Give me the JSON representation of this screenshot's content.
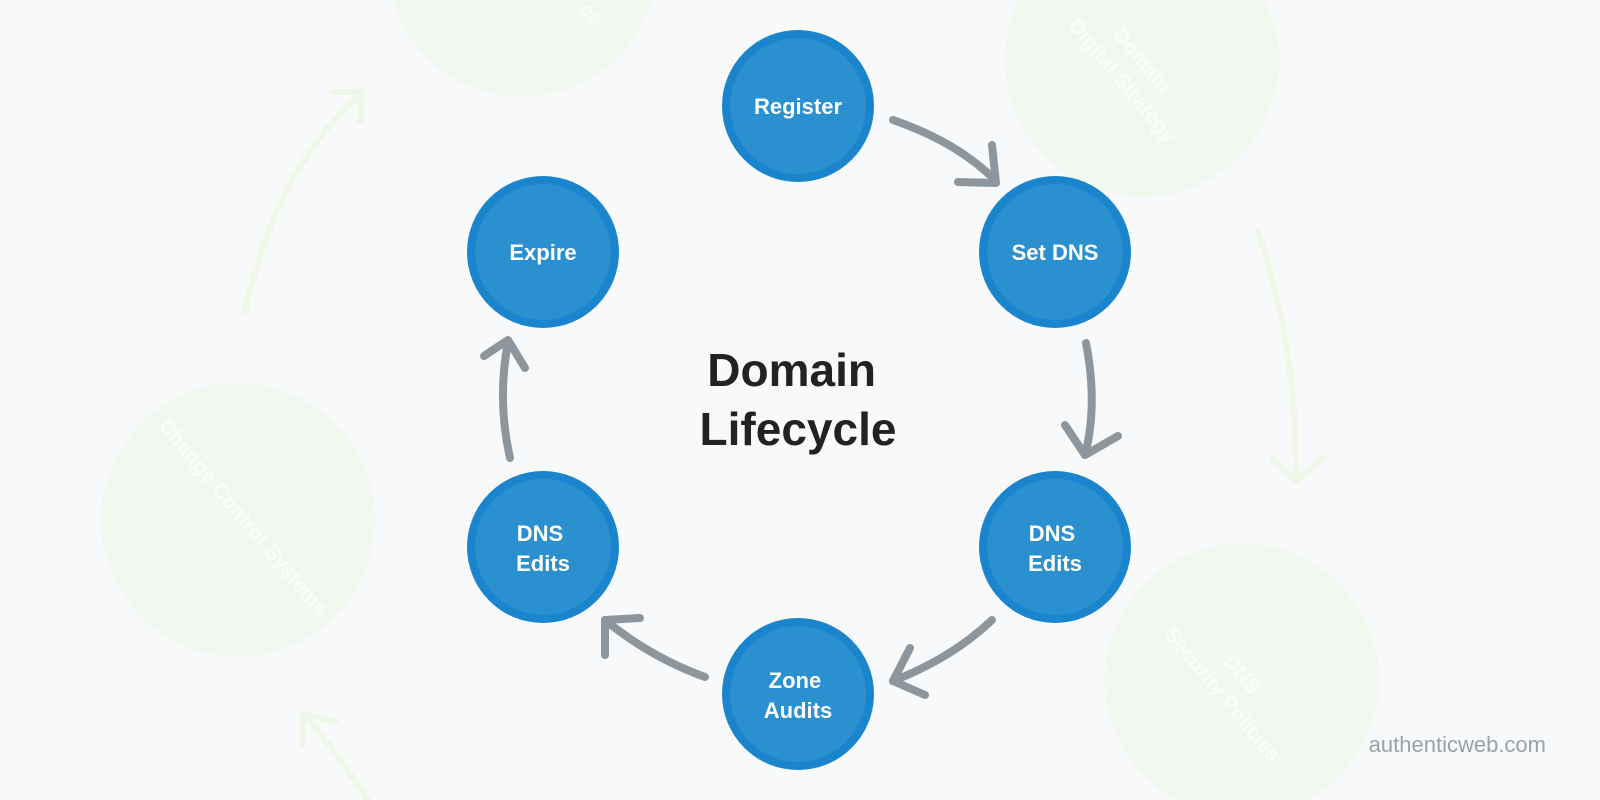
{
  "title_lines": [
    "Domain",
    "Lifecycle"
  ],
  "nodes": [
    {
      "id": "register",
      "lines": [
        "Register"
      ]
    },
    {
      "id": "set-dns",
      "lines": [
        "Set DNS"
      ]
    },
    {
      "id": "dns-edits-right",
      "lines": [
        "DNS",
        "Edits"
      ]
    },
    {
      "id": "zone-audits",
      "lines": [
        "Zone",
        "Audits"
      ]
    },
    {
      "id": "dns-edits-left",
      "lines": [
        "DNS",
        "Edits"
      ]
    },
    {
      "id": "expire",
      "lines": [
        "Expire"
      ]
    }
  ],
  "background_labels": [
    {
      "id": "top-left",
      "lines": [
        "ce"
      ]
    },
    {
      "id": "top-right",
      "lines": [
        "Domain",
        "Digital Strategy"
      ]
    },
    {
      "id": "left",
      "lines": [
        "Change Control Systems"
      ]
    },
    {
      "id": "bottom-right",
      "lines": [
        "DNS",
        "Security Policies"
      ]
    }
  ],
  "watermark": "authenticweb.com",
  "colors": {
    "node_fill": "#1a84cc",
    "arrow": "#8d959d",
    "background": "#f7f9fa",
    "background_shapes": "#eef6e6"
  }
}
